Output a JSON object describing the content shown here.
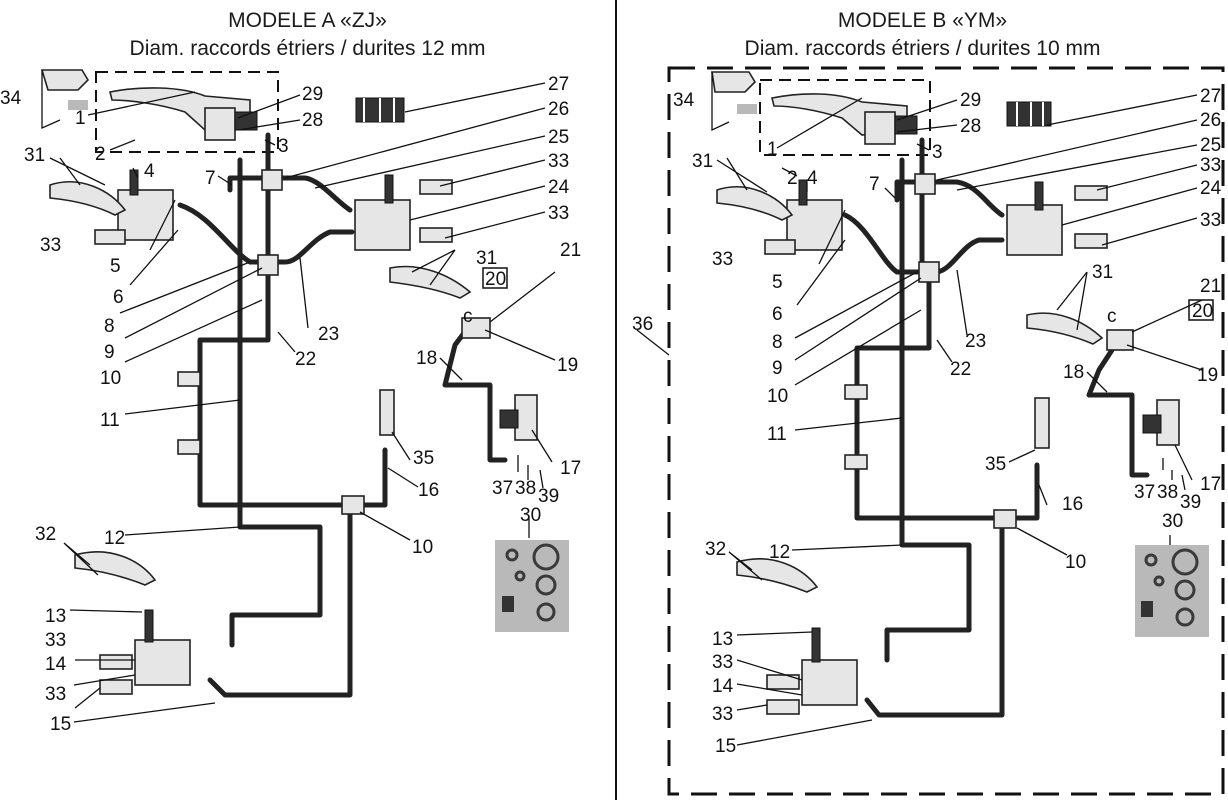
{
  "panel_a": {
    "title_line1": "MODELE A «ZJ»",
    "title_line2": "Diam. raccords étriers / durites 12 mm"
  },
  "panel_b": {
    "title_line1": "MODELE B «YM»",
    "title_line2": "Diam. raccords étriers / durites 10 mm",
    "group_callout": "36"
  },
  "callouts": [
    "1",
    "2",
    "3",
    "4",
    "5",
    "6",
    "7",
    "8",
    "9",
    "10",
    "11",
    "12",
    "13",
    "14",
    "15",
    "16",
    "17",
    "18",
    "19",
    "20",
    "21",
    "22",
    "23",
    "24",
    "25",
    "26",
    "27",
    "28",
    "29",
    "30",
    "31",
    "32",
    "33",
    "34",
    "35",
    "37",
    "38",
    "39"
  ],
  "reservoir_mark": "c",
  "colors": {
    "line": "#111111",
    "kit_background": "#b9b9b9"
  }
}
